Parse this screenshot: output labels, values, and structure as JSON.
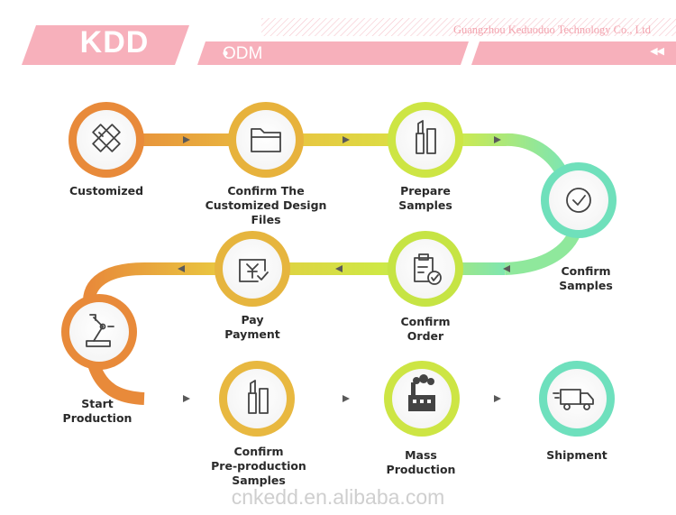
{
  "header": {
    "brand": "KDD",
    "subtitle": "ODM",
    "company": "Guangzhou Keduoduo Technology Co., Ltd",
    "colors": {
      "pink": "#f7b0bb",
      "light_pink": "#fbdde2"
    }
  },
  "steps": [
    {
      "lines": [
        "Customized"
      ],
      "icon": "pencil-ruler-icon"
    },
    {
      "lines": [
        "Confirm The",
        "Customized Design",
        "Files"
      ],
      "icon": "folder-icon"
    },
    {
      "lines": [
        "Prepare",
        "Samples"
      ],
      "icon": "lipstick-icon"
    },
    {
      "lines": [
        "Confirm",
        "Samples"
      ],
      "icon": "check-circle-icon"
    },
    {
      "lines": [
        "Confirm",
        "Order"
      ],
      "icon": "clipboard-check-icon"
    },
    {
      "lines": [
        "Pay",
        "Payment"
      ],
      "icon": "yuan-check-icon"
    },
    {
      "lines": [
        "Start",
        "Production"
      ],
      "icon": "robot-arm-icon"
    },
    {
      "lines": [
        "Confirm",
        "Pre-production",
        "Samples"
      ],
      "icon": "lipstick-icon"
    },
    {
      "lines": [
        "Mass",
        "Production"
      ],
      "icon": "factory-icon"
    },
    {
      "lines": [
        "Shipment"
      ],
      "icon": "truck-icon"
    }
  ],
  "watermark": "cnkedd.en.alibaba.com",
  "path_colors": [
    "#e88a3a",
    "#e9c440",
    "#d5e840",
    "#8fe89c",
    "#5fd8c0"
  ]
}
